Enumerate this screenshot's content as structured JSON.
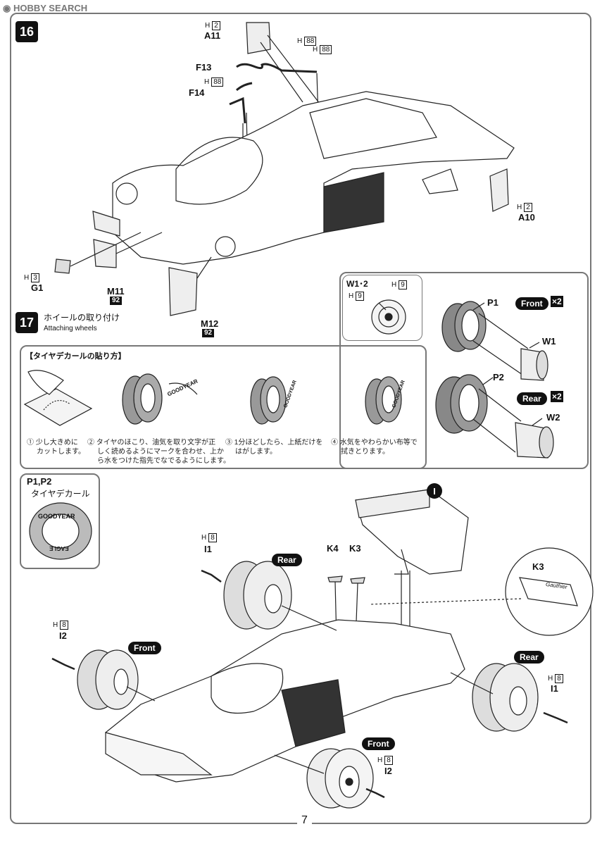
{
  "watermark": "HOBBY SEARCH",
  "page_number": "7",
  "step16": {
    "number": "16",
    "parts": [
      {
        "code": "2",
        "label": "A11"
      },
      {
        "code": "88",
        "label": ""
      },
      {
        "code": "88",
        "label": ""
      },
      {
        "code": "",
        "label": "F13"
      },
      {
        "code": "88",
        "label": ""
      },
      {
        "code": "",
        "label": "F14"
      },
      {
        "code": "2",
        "label": "A10"
      },
      {
        "code": "3",
        "label": "G1"
      },
      {
        "code": "",
        "label": "M11",
        "badge": "92"
      },
      {
        "code": "",
        "label": "M12",
        "badge": "92"
      }
    ],
    "h_prefix": "H"
  },
  "step17": {
    "number": "17",
    "title_jp": "ホイールの取り付け",
    "title_en": "Attaching wheels"
  },
  "wheel_panel": {
    "wheel_label": "W1･2",
    "h_codes": [
      "9",
      "9"
    ],
    "front": {
      "tire": "P1",
      "wheel": "W1",
      "pill": "Front",
      "mult": "×2"
    },
    "rear": {
      "tire": "P2",
      "wheel": "W2",
      "pill": "Rear",
      "mult": "×2"
    }
  },
  "decal_panel": {
    "heading": "【タイヤデカールの貼り方】",
    "steps": [
      {
        "num": "①",
        "lines": [
          "少し大きめに",
          "カットします。"
        ]
      },
      {
        "num": "②",
        "lines": [
          "タイヤのほこり、油気を取り文字が正",
          "しく読めるようにマークを合わせ、上か",
          "ら水をつけた指先でなでるようにします。"
        ]
      },
      {
        "num": "③",
        "lines": [
          "1分ほどしたら、上紙だけを",
          "はがします。"
        ]
      },
      {
        "num": "④",
        "lines": [
          "水気をやわらかい布等で",
          "拭きとります。"
        ]
      }
    ],
    "tire_text": "GOODYEAR"
  },
  "tire_decal_box": {
    "label": "P1,P2",
    "label_jp": "タイヤデカール",
    "brand": "GOODYEAR",
    "sub": "EAGLE"
  },
  "assembly": {
    "wing_marker": "I",
    "parts": [
      {
        "code": "8",
        "label": "I1"
      },
      {
        "code": "8",
        "label": "I2"
      },
      {
        "code": "8",
        "label": "I1"
      },
      {
        "code": "8",
        "label": "I2"
      }
    ],
    "k_labels": [
      "K4",
      "K3"
    ],
    "detail_label": "K3",
    "detail_text": "Gauthier",
    "pills": [
      "Rear",
      "Front",
      "Rear",
      "Front"
    ]
  }
}
